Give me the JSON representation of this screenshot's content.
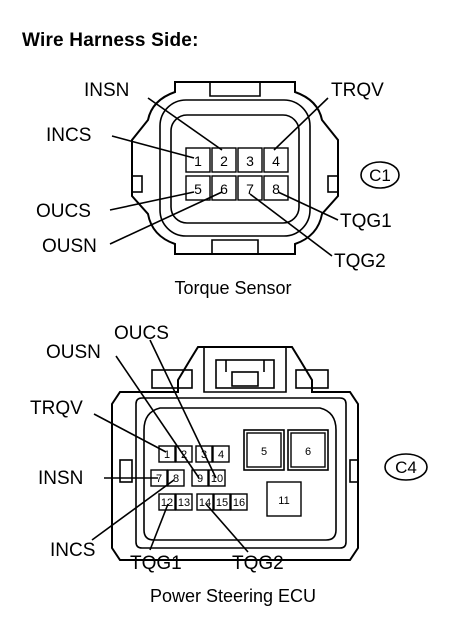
{
  "heading": "Wire Harness Side:",
  "c1": {
    "id": "C1",
    "caption": "Torque Sensor",
    "pins": [
      "1",
      "2",
      "3",
      "4",
      "5",
      "6",
      "7",
      "8"
    ],
    "signals": {
      "insn": "INSN",
      "trqv": "TRQV",
      "incs": "INCS",
      "oucs": "OUCS",
      "ousn": "OUSN",
      "tqg1": "TQG1",
      "tqg2": "TQG2"
    }
  },
  "c4": {
    "id": "C4",
    "caption": "Power Steering ECU",
    "pins": [
      "1",
      "2",
      "3",
      "4",
      "5",
      "6",
      "7",
      "8",
      "9",
      "10",
      "11",
      "12",
      "13",
      "14",
      "15",
      "16"
    ],
    "signals": {
      "oucs": "OUCS",
      "ousn": "OUSN",
      "trqv": "TRQV",
      "insn": "INSN",
      "incs": "INCS",
      "tqg1": "TQG1",
      "tqg2": "TQG2"
    }
  }
}
